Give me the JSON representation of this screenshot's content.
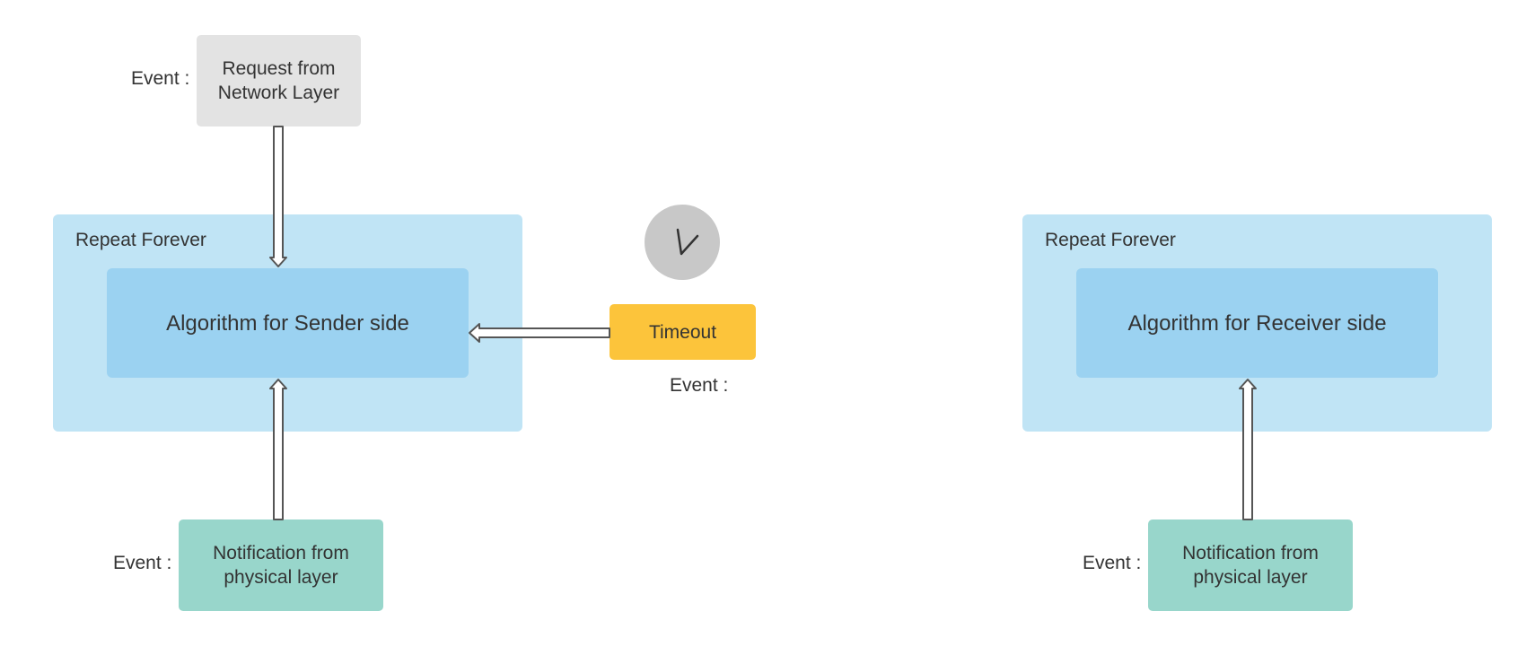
{
  "diagram": {
    "sender": {
      "repeat_label": "Repeat Forever",
      "algorithm_label": "Algorithm for Sender side",
      "request_event_label": "Event :",
      "request_box": "Request from\nNetwork Layer",
      "notification_event_label": "Event :",
      "notification_box": "Notification from\nphysical layer"
    },
    "timer": {
      "timeout_box": "Timeout",
      "event_label": "Event :",
      "clock_icon": "clock-icon"
    },
    "receiver": {
      "repeat_label": "Repeat Forever",
      "algorithm_label": "Algorithm for Receiver side",
      "notification_event_label": "Event :",
      "notification_box": "Notification from\nphysical layer"
    },
    "colors": {
      "outer_container": "#c0e4f5",
      "inner_box": "#9bd2f1",
      "request_box": "#e3e3e3",
      "notification_box": "#98d6cb",
      "timeout_box": "#fcc43b",
      "clock": "#c8c8c8",
      "arrow_stroke": "#555555"
    }
  }
}
